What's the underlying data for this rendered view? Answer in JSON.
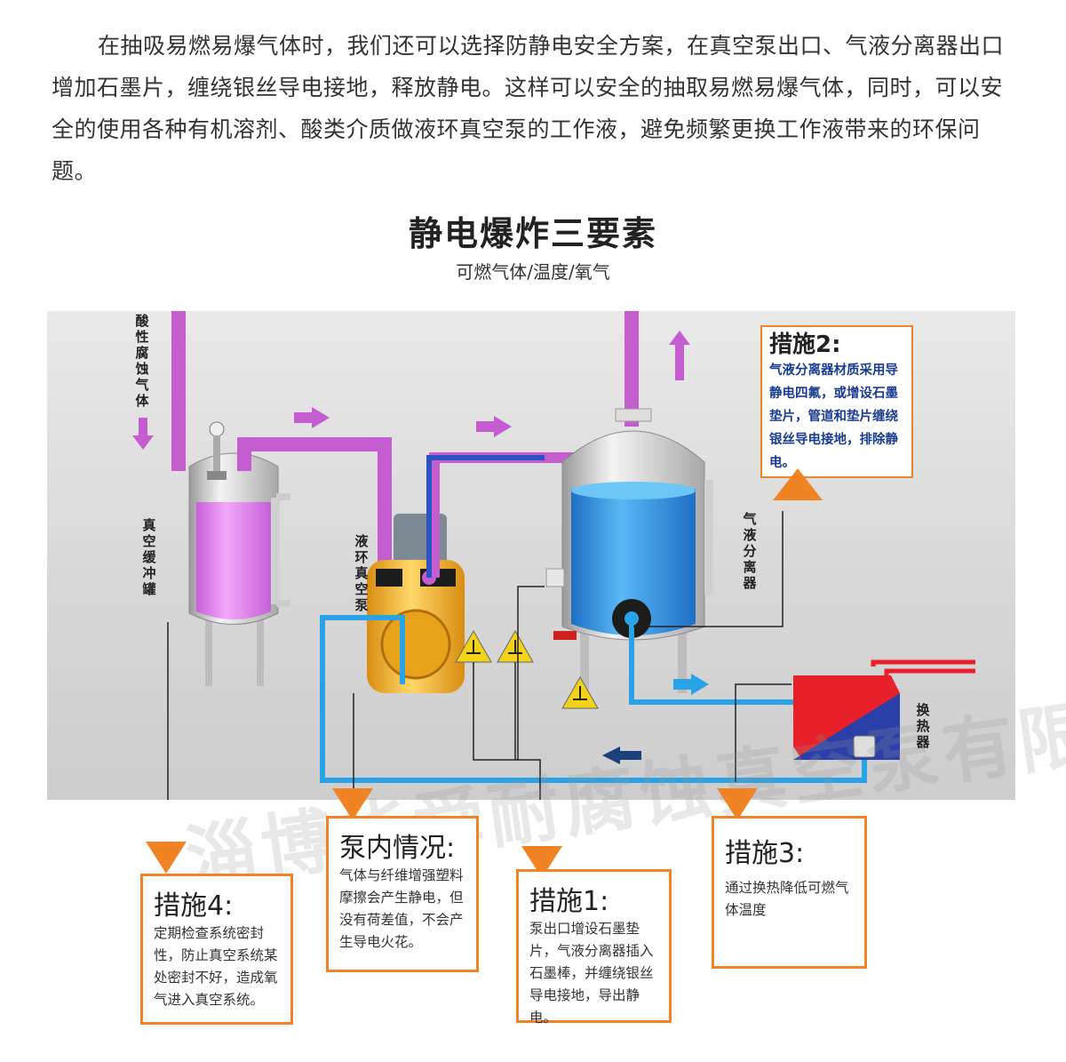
{
  "intro": "在抽吸易燃易爆气体时，我们还可以选择防静电安全方案，在真空泵出口、气液分离器出口增加石墨片，缠绕银丝导电接地，释放静电。这样可以安全的抽取易燃易爆气体，同时，可以安全的使用各种有机溶剂、酸类介质做液环真空泵的工作液，避免频繁更换工作液带来的环保问题。",
  "title": "静电爆炸三要素",
  "subtitle": "可燃气体/温度/氧气",
  "labels": {
    "acid_gas": "酸性腐蚀气体",
    "buffer_tank": "真空缓冲罐",
    "pump": "液环真空泵",
    "separator": "气液分离器",
    "exchanger": "换热器"
  },
  "watermark": "淄博华舜耐腐蚀真空泵有限公司",
  "boxes": {
    "m2": {
      "title": "措施2:",
      "text": "气液分离器材质采用导静电四氟，或增设石墨垫片，管道和垫片缠绕银丝导电接地，排除静电。"
    },
    "m4": {
      "title": "措施4:",
      "text": "定期检查系统密封性，防止真空系统某处密封不好，造成氧气进入真空系统。"
    },
    "pump": {
      "title": "泵内情况:",
      "text": "气体与纤维增强塑料摩擦会产生静电，但没有荷差值，不会产生导电火花。"
    },
    "m1": {
      "title": "措施1:",
      "text": "泵出口增设石墨垫片，气液分离器插入石墨棒，并缠绕银丝导电接地，导出静电。"
    },
    "m3": {
      "title": "措施3:",
      "text": "通过换热降低可燃气体温度"
    }
  },
  "colors": {
    "accent": "#f08424",
    "pipe_purple": "#c45ed0",
    "pipe_blue": "#2aa3e6",
    "liquid_pink": "#e07ff0",
    "liquid_blue": "#2f8fe0",
    "pump_gold": "#f0b429",
    "exchanger_red": "#e8202a",
    "exchanger_blue": "#2b3fa8"
  }
}
